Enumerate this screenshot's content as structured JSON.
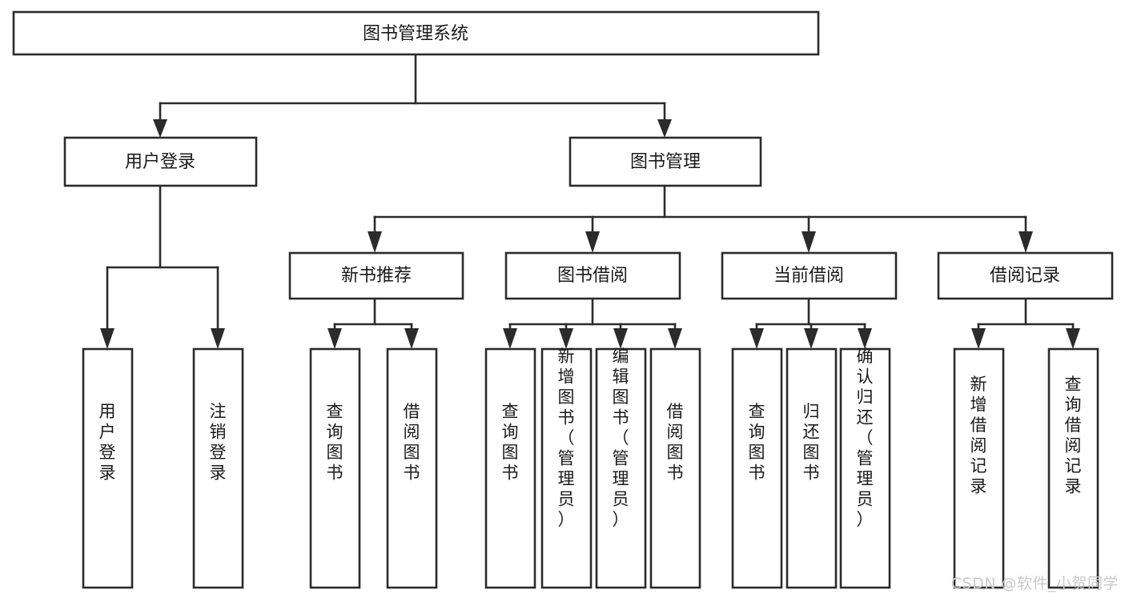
{
  "diagram": {
    "title": "图书管理系统",
    "type": "tree-hierarchy",
    "watermark": "CSDN @软件_小贺同学",
    "colors": {
      "stroke": "#2b2b2b",
      "fill": "#ffffff",
      "text": "#1a1a1a",
      "watermark": "#c9c9c9"
    },
    "nodes": {
      "root": {
        "label": "图书管理系统"
      },
      "level2": [
        {
          "label": "用户登录"
        },
        {
          "label": "图书管理"
        }
      ],
      "level3": [
        {
          "label": "新书推荐"
        },
        {
          "label": "图书借阅"
        },
        {
          "label": "当前借阅"
        },
        {
          "label": "借阅记录"
        }
      ],
      "leaves_user_login": [
        {
          "label": "用户登录"
        },
        {
          "label": "注销登录"
        }
      ],
      "leaves_new_book": [
        {
          "label": "查询图书"
        },
        {
          "label": "借阅图书"
        }
      ],
      "leaves_borrow": [
        {
          "label": "查询图书"
        },
        {
          "label": "新增图书（管理员）"
        },
        {
          "label": "编辑图书（管理员）"
        },
        {
          "label": "借阅图书"
        }
      ],
      "leaves_current": [
        {
          "label": "查询图书"
        },
        {
          "label": "归还图书"
        },
        {
          "label": "确认归还（管理员）"
        }
      ],
      "leaves_record": [
        {
          "label": "新增借阅记录"
        },
        {
          "label": "查询借阅记录"
        }
      ]
    }
  }
}
